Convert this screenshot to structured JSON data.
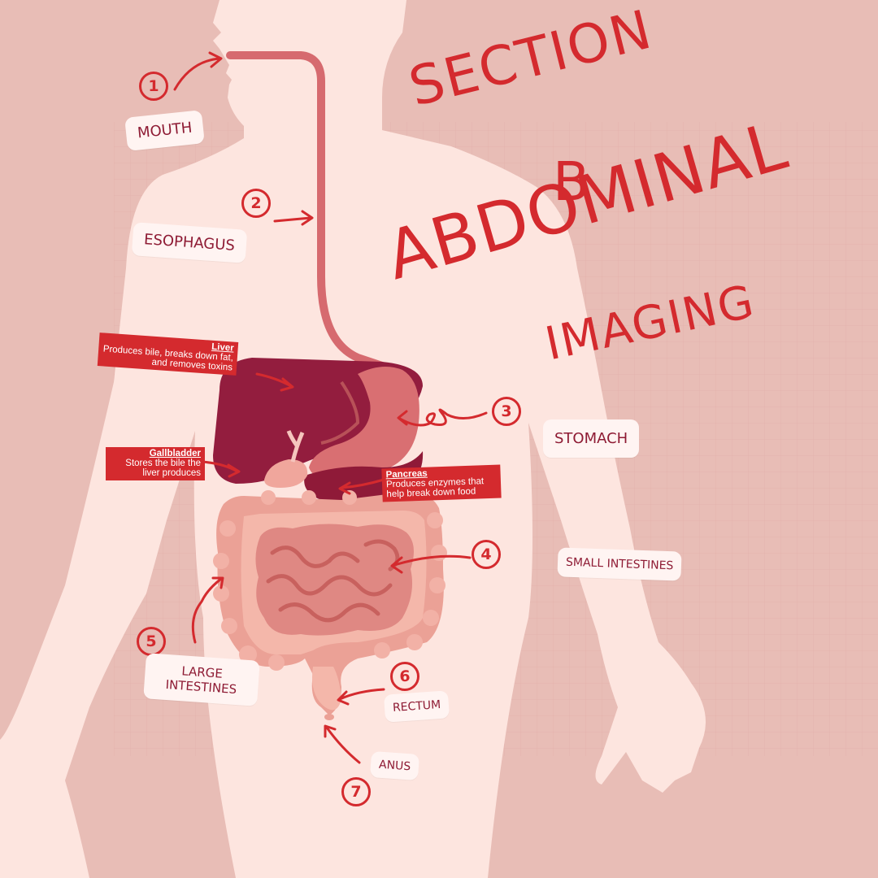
{
  "title": {
    "line1": "SECTION",
    "line2": "B",
    "line3": "ABDOMINAL",
    "line4": "IMAGING"
  },
  "parts": {
    "mouth": {
      "number": "1",
      "label": "MOUTH"
    },
    "esophagus": {
      "number": "2",
      "label": "ESOPHAGUS"
    },
    "stomach": {
      "number": "3",
      "label": "STOMACH"
    },
    "small_intestines": {
      "number": "4",
      "label": "SMALL INTESTINES"
    },
    "large_intestines": {
      "number": "5",
      "label": "LARGE INTESTINES"
    },
    "rectum": {
      "number": "6",
      "label": "RECTUM"
    },
    "anus": {
      "number": "7",
      "label": "ANUS"
    }
  },
  "annotations": {
    "liver": {
      "name": "Liver",
      "desc": "Produces bile, breaks down fat, and removes toxins"
    },
    "gallbladder": {
      "name": "Gallbladder",
      "desc": "Stores the bile the liver produces"
    },
    "pancreas": {
      "name": "Pancreas",
      "desc": "Produces enzymes that help break down food"
    }
  },
  "colors": {
    "background": "#e8bdb6",
    "body": "#fde5df",
    "accent": "#d42a2e",
    "liver": "#931d3e",
    "intestine": "#eba196"
  },
  "icons": [
    "arrow-icon",
    "numbered-circle-icon",
    "human-silhouette",
    "digestive-organs"
  ]
}
